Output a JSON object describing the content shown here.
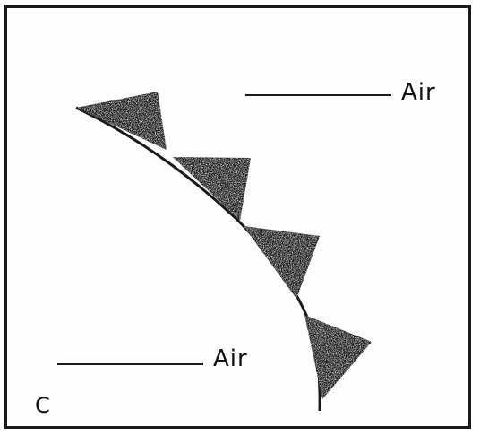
{
  "labels": {
    "air_top": "Air",
    "air_bottom": "Air",
    "panel": "C"
  },
  "colors": {
    "ink": "#1a1a1a",
    "background": "#fdfdfd"
  }
}
